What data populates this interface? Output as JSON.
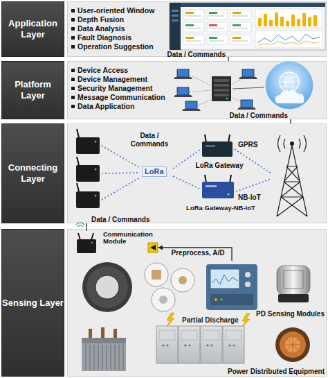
{
  "diagram": {
    "nodes": [
      {
        "text": [
          "Application Layer"
        ]
      },
      {
        "text": [
          "User-oriented Window",
          "Depth Fusion",
          "Data Analysis",
          "Fault Diagnosis",
          "Operation Suggestion"
        ]
      },
      {
        "text": [
          "Platform Layer"
        ]
      },
      {
        "text": [
          "Device Access",
          "Device Management",
          "Security Management",
          "Message Communication",
          "Data Application"
        ]
      },
      {
        "text": [
          "Connecting Layer"
        ]
      },
      {
        "text": [
          "Data / Commands",
          "LoRa",
          "GPRS",
          "NB-IoT"
        ]
      },
      {
        "text": [
          "LoRa Gateway"
        ],
        "in": 5
      },
      {
        "text": [
          "LoRa Gateway-NB-IoT"
        ],
        "in": 5
      },
      {
        "text": [
          "Sensing Layer"
        ]
      },
      {
        "text": [
          "Partial Discharge"
        ]
      },
      {
        "text": [
          "Communication Module"
        ],
        "in": 9
      },
      {
        "text": [
          "PD Sensing Modules"
        ],
        "in": 9
      },
      {
        "text": [
          "Power Distributed Equipment"
        ],
        "in": 9
      }
    ],
    "edges": [
      {
        "from": 3,
        "to": 1,
        "label": "Data / Commands",
        "arrow": "none"
      },
      {
        "from": 5,
        "to": 3,
        "label": "Data / Commands",
        "arrow": "none"
      },
      {
        "from": 10,
        "to": 5,
        "label": "Data / Commands",
        "arrow": "none"
      },
      {
        "from": 11,
        "to": 10,
        "label": "Preprocess, A/D",
        "arrow": "to"
      }
    ]
  }
}
